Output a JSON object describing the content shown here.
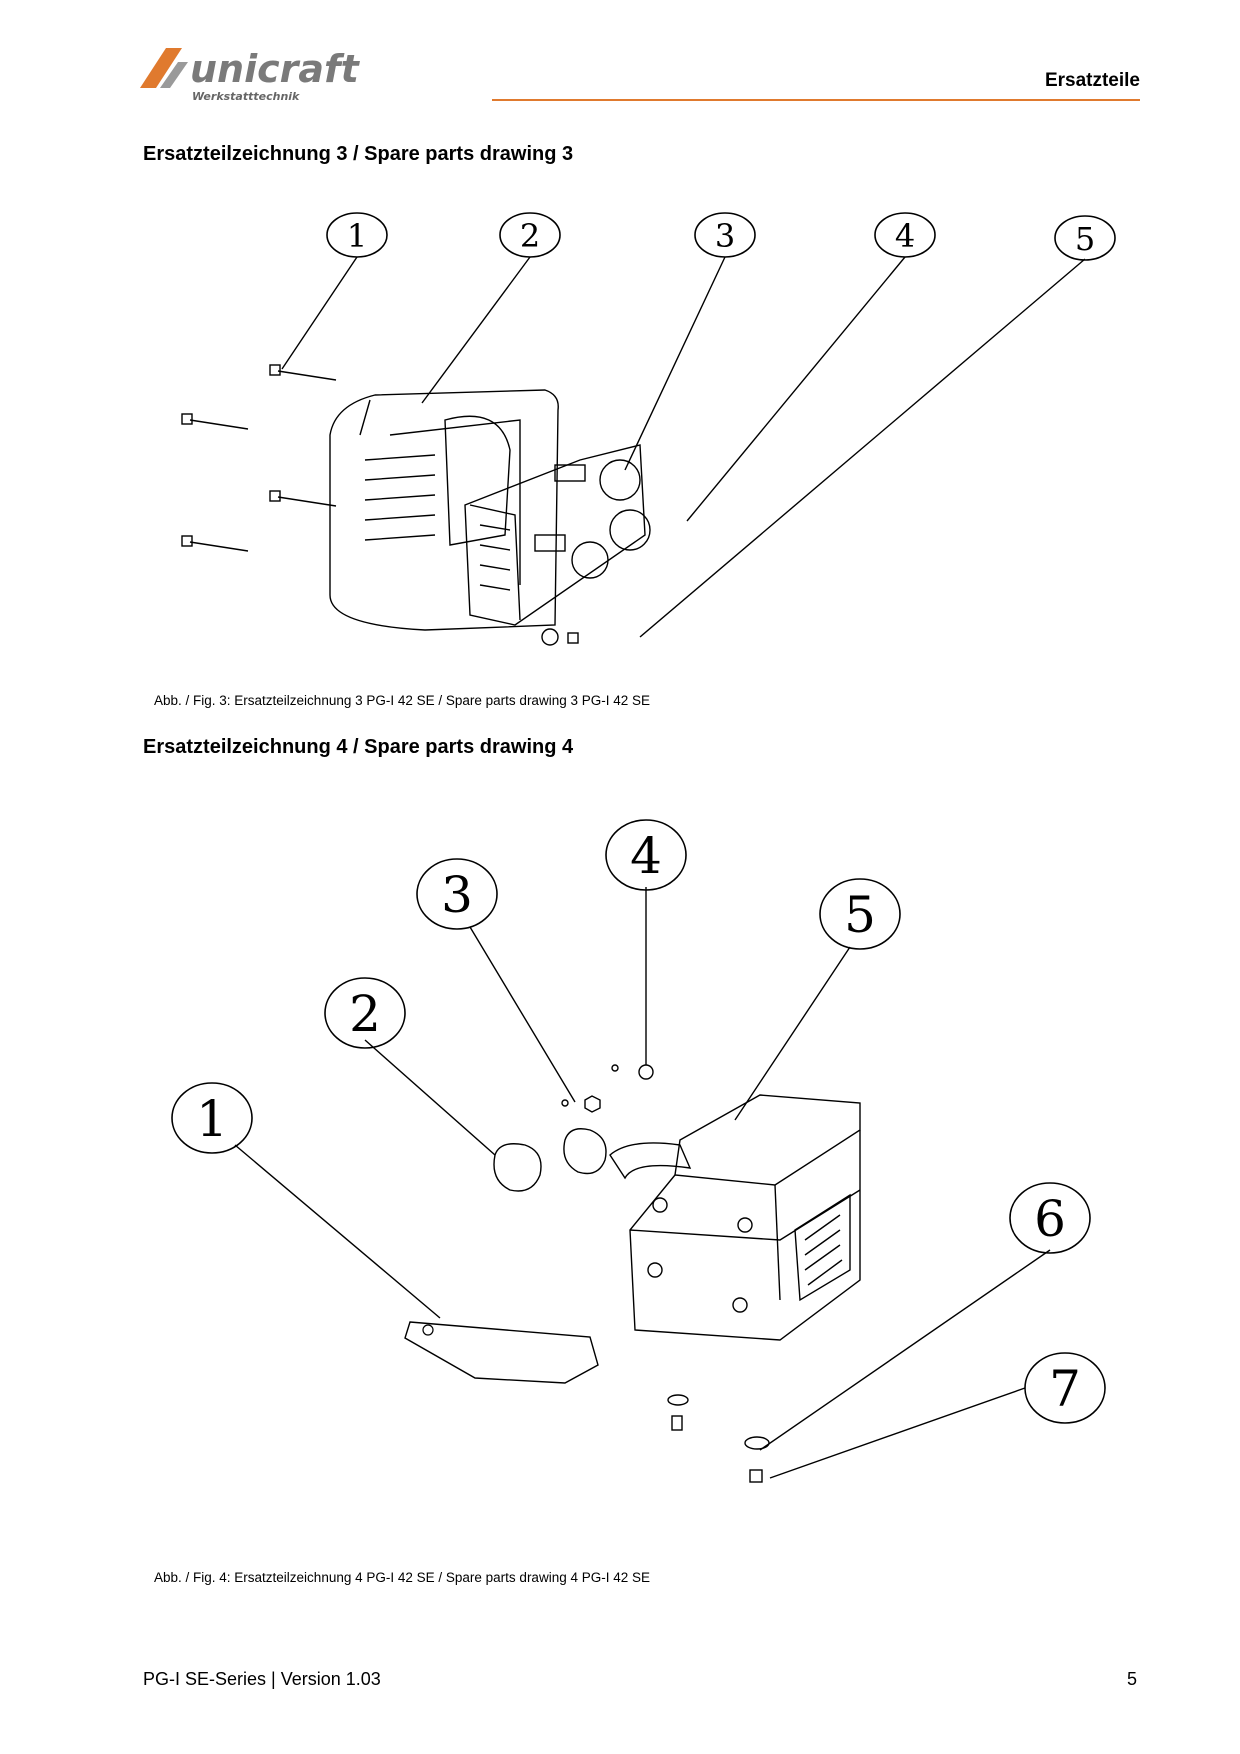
{
  "header": {
    "brand": "unicraft",
    "brand_sub": "Werkstatttechnik",
    "section": "Ersatzteile",
    "accent_color": "#e07a2e"
  },
  "drawings": [
    {
      "heading": "Ersatzteilzeichnung 3 / Spare parts drawing 3",
      "callouts": [
        "1",
        "2",
        "3",
        "4",
        "5"
      ],
      "caption": "Abb. / Fig. 3: Ersatzteilzeichnung 3   PG-I 42 SE / Spare parts drawing 3  PG-I 42 SE"
    },
    {
      "heading": "Ersatzteilzeichnung 4 / Spare parts drawing 4",
      "callouts": [
        "1",
        "2",
        "3",
        "4",
        "5",
        "6",
        "7"
      ],
      "caption": "Abb. / Fig. 4: Ersatzteilzeichnung 4   PG-I 42 SE / Spare parts drawing 4  PG-I 42 SE"
    }
  ],
  "footer": {
    "left": "PG-I SE-Series | Version 1.03",
    "page_number": "5"
  }
}
